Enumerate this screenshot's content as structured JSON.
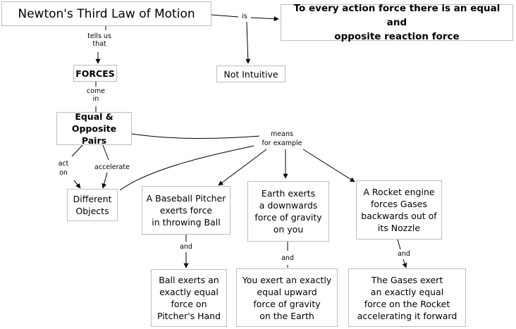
{
  "nodes": {
    "title": "Newton's Third Law of Motion",
    "definition": "To every action force there is an equal and\nopposite reaction force",
    "forces": "FORCES",
    "not_intuitive": "Not Intuitive",
    "pairs": "Equal &\nOpposite Pairs",
    "objects": "Different\nObjects",
    "pitcher": "A Baseball Pitcher\nexerts force\nin throwing Ball",
    "earth": "Earth exerts\na downwards\nforce of gravity\non you",
    "rocket": "A Rocket engine\nforces Gases\nbackwards out of\nits Nozzle",
    "ball": "Ball exerts an\nexactly equal\nforce on\nPitcher's Hand",
    "you": "You exert an exactly\nequal upward\nforce of gravity\non the Earth",
    "gases": "The Gases exert\nan exactly equal\nforce on the Rocket\naccelerating it forward"
  },
  "links": {
    "is": "is",
    "tells_us_that": "tells us\nthat",
    "come_in": "come\nin",
    "means_for_example": "means\nfor example",
    "act_on": "act\non",
    "accelerate": "accelerate",
    "and_1": "and",
    "and_2": "and",
    "and_3": "and"
  }
}
